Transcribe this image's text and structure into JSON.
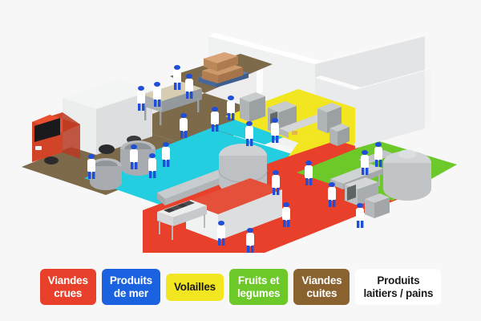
{
  "page": {
    "background_color": "#f7f7f7",
    "title_visible": false
  },
  "scene": {
    "name": "isometric-food-facility-floorplan",
    "description": "Isometric cutaway of a food processing plant with colour coded hygiene zones, delivery truck, workers and machinery",
    "wall_color": "#e9eaeb",
    "wall_shade_color": "#d6d8da",
    "floor_zones": [
      {
        "id": "viandes-crues",
        "label": "Viandes crues",
        "color": "#e8402a",
        "shade": "#c9331f"
      },
      {
        "id": "produits-de-mer",
        "label": "Produits de mer",
        "color": "#22cee0",
        "shade": "#17b3c4"
      },
      {
        "id": "volailles",
        "label": "Volailles",
        "color": "#f2e621",
        "shade": "#d6c916"
      },
      {
        "id": "fruits-et-legumes",
        "label": "Fruits et legumes",
        "color": "#6dc82a",
        "shade": "#57a520"
      },
      {
        "id": "viandes-cuites",
        "label": "Viandes cuites",
        "color": "#7d6a4a",
        "shade": "#64553b"
      },
      {
        "id": "produits-laitiers-pains",
        "label": "Produits laitiers / pains",
        "color": "#ffffff",
        "shade": "#e2e2e2"
      }
    ],
    "objects": [
      {
        "name": "delivery-truck",
        "cab_color": "#e0452a",
        "body_color": "#e6e7e8"
      },
      {
        "name": "cardboard-boxes-on-pallet",
        "box_color": "#c28b5e",
        "pallet_color": "#5b7fb5"
      },
      {
        "name": "bread-rack",
        "color": "#b9bcbf"
      },
      {
        "name": "mixing-vats",
        "color": "#b9bcbf"
      },
      {
        "name": "silo-tank",
        "color": "#cfd2d4"
      },
      {
        "name": "conveyor-pipe",
        "color": "#c3c6c9"
      },
      {
        "name": "packaging-machine",
        "color": "#eceded",
        "accent": "#e8402a"
      },
      {
        "name": "poultry-line-machines",
        "color": "#b9bcbf"
      },
      {
        "name": "inspection-machine",
        "color": "#d4d6d8"
      },
      {
        "name": "worker",
        "coat_color": "#ffffff",
        "cap_color": "#1f4fd8",
        "trouser_color": "#1f4fd8",
        "count": 22
      }
    ]
  },
  "legend": {
    "name": "zone-legend",
    "items": [
      {
        "label": "Viandes\ncrues",
        "bg": "#e8402a",
        "fg": "#ffffff",
        "border": "#e8402a"
      },
      {
        "label": "Produits\nde mer",
        "bg": "#1a62df",
        "fg": "#ffffff",
        "border": "#1a62df"
      },
      {
        "label": "Volailles",
        "bg": "#f2e621",
        "fg": "#1a1a1a",
        "border": "#f2e621"
      },
      {
        "label": "Fruits et\nlegumes",
        "bg": "#6dc82a",
        "fg": "#ffffff",
        "border": "#6dc82a"
      },
      {
        "label": "Viandes\ncuites",
        "bg": "#8a6230",
        "fg": "#ffffff",
        "border": "#8a6230"
      },
      {
        "label": "Produits\nlaitiers / pains",
        "bg": "#ffffff",
        "fg": "#1a1a1a",
        "border": "#ffffff"
      }
    ]
  }
}
